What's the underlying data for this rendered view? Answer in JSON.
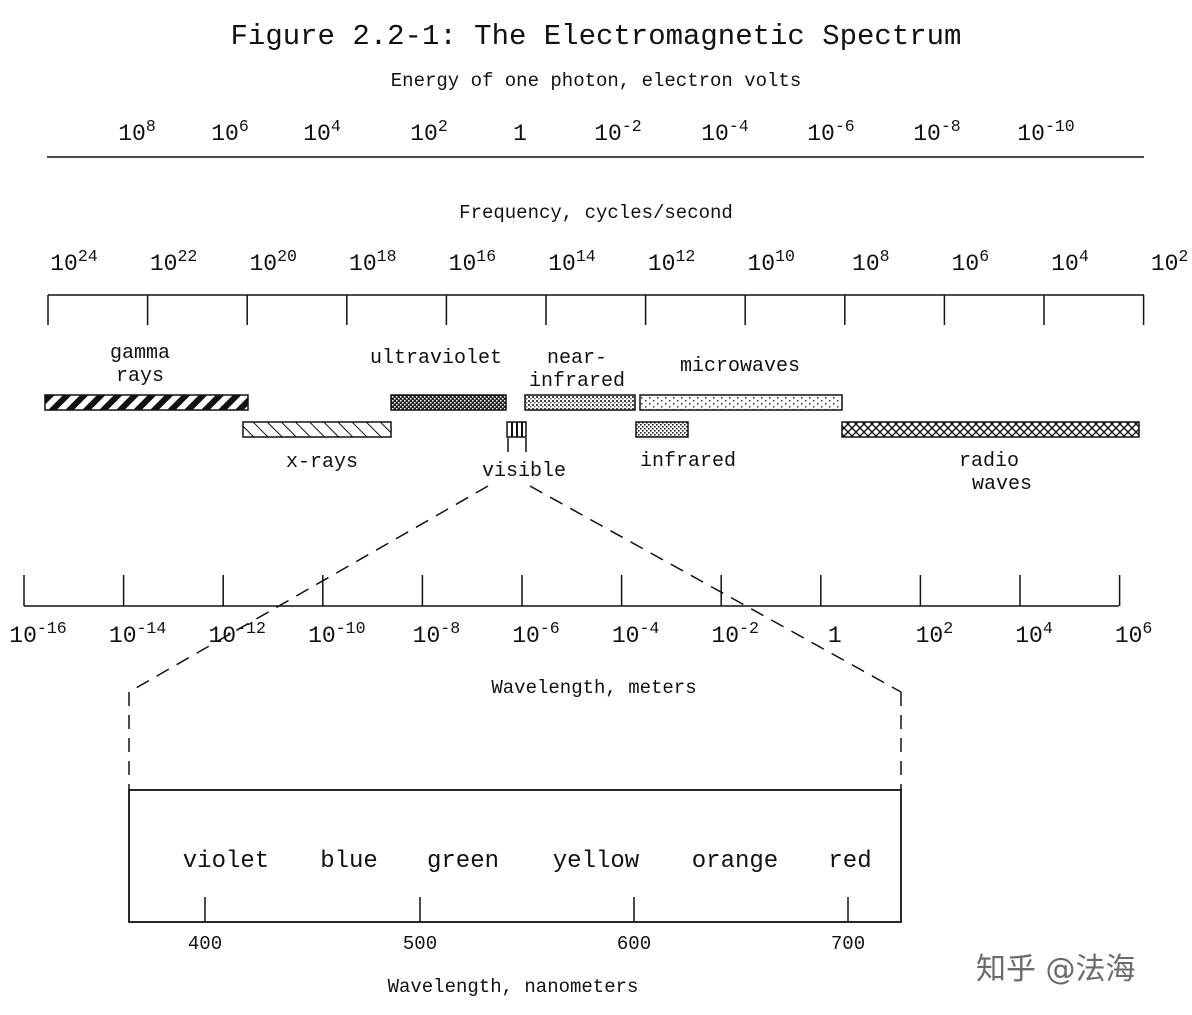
{
  "title": "Figure 2.2-1: The Electromagnetic Spectrum",
  "energy_axis": {
    "label": "Energy of one photon, electron volts",
    "ticks": [
      {
        "base": "10",
        "exp": "8"
      },
      {
        "base": "10",
        "exp": "6"
      },
      {
        "base": "10",
        "exp": "4"
      },
      {
        "base": "10",
        "exp": "2"
      },
      {
        "base": "1",
        "exp": ""
      },
      {
        "base": "10",
        "exp": "-2"
      },
      {
        "base": "10",
        "exp": "-4"
      },
      {
        "base": "10",
        "exp": "-6"
      },
      {
        "base": "10",
        "exp": "-8"
      },
      {
        "base": "10",
        "exp": "-10"
      }
    ]
  },
  "frequency_axis": {
    "label": "Frequency, cycles/second",
    "ticks": [
      {
        "base": "10",
        "exp": "24"
      },
      {
        "base": "10",
        "exp": "22"
      },
      {
        "base": "10",
        "exp": "20"
      },
      {
        "base": "10",
        "exp": "18"
      },
      {
        "base": "10",
        "exp": "16"
      },
      {
        "base": "10",
        "exp": "14"
      },
      {
        "base": "10",
        "exp": "12"
      },
      {
        "base": "10",
        "exp": "10"
      },
      {
        "base": "10",
        "exp": "8"
      },
      {
        "base": "10",
        "exp": "6"
      },
      {
        "base": "10",
        "exp": "4"
      },
      {
        "base": "10",
        "exp": "2"
      }
    ]
  },
  "bands": {
    "gamma": [
      "gamma",
      "rays"
    ],
    "xrays": [
      "x-rays"
    ],
    "ultraviolet": [
      "ultraviolet"
    ],
    "visible": [
      "visible"
    ],
    "near_infrared": [
      "near-",
      "infrared"
    ],
    "infrared": [
      "infrared"
    ],
    "microwaves": [
      "microwaves"
    ],
    "radio": [
      "radio",
      "waves"
    ]
  },
  "wavelength_axis": {
    "label": "Wavelength, meters",
    "ticks": [
      {
        "base": "10",
        "exp": "-16"
      },
      {
        "base": "10",
        "exp": "-14"
      },
      {
        "base": "10",
        "exp": "-12"
      },
      {
        "base": "10",
        "exp": "-10"
      },
      {
        "base": "10",
        "exp": "-8"
      },
      {
        "base": "10",
        "exp": "-6"
      },
      {
        "base": "10",
        "exp": "-4"
      },
      {
        "base": "10",
        "exp": "-2"
      },
      {
        "base": "1",
        "exp": ""
      },
      {
        "base": "10",
        "exp": "2"
      },
      {
        "base": "10",
        "exp": "4"
      },
      {
        "base": "10",
        "exp": "6"
      }
    ]
  },
  "visible_detail": {
    "colors": [
      "violet",
      "blue",
      "green",
      "yellow",
      "orange",
      "red"
    ],
    "nm_ticks": [
      "400",
      "500",
      "600",
      "700"
    ],
    "axis_label": "Wavelength, nanometers"
  },
  "watermark": "知乎 @法海"
}
